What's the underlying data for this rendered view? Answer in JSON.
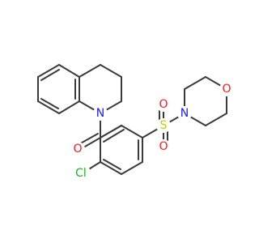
{
  "molecule": {
    "atoms": {
      "N1": {
        "label": "N",
        "color": "#1a1aff"
      },
      "O_carbonyl": {
        "label": "O",
        "color": "#ff1a1a"
      },
      "Cl": {
        "label": "Cl",
        "color": "#1fb31f"
      },
      "S": {
        "label": "S",
        "color": "#c8c800"
      },
      "O_s1": {
        "label": "O",
        "color": "#ff1a1a"
      },
      "O_s2": {
        "label": "O",
        "color": "#ff1a1a"
      },
      "N_morph": {
        "label": "N",
        "color": "#1a1aff"
      },
      "O_morph": {
        "label": "O",
        "color": "#ff1a1a"
      }
    },
    "bond_color": "#3a3a3a"
  }
}
